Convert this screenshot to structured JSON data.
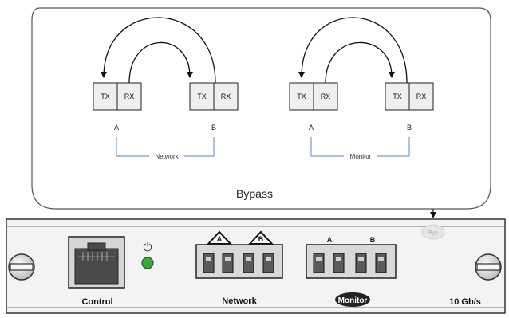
{
  "diagram": {
    "bypass_title": "Bypass",
    "groups": [
      {
        "tx_a": "TX",
        "rx_a": "RX",
        "tx_b": "TX",
        "rx_b": "RX",
        "label_a": "A",
        "label_b": "B",
        "group_label": "Network"
      },
      {
        "tx_a": "TX",
        "rx_a": "RX",
        "tx_b": "TX",
        "rx_b": "RX",
        "label_a": "A",
        "label_b": "B",
        "group_label": "Monitor"
      }
    ]
  },
  "panel": {
    "control_label": "Control",
    "network_label": "Network",
    "network_port_a": "A",
    "network_port_b": "B",
    "monitor_port_a": "A",
    "monitor_port_b": "B",
    "monitor_badge": "Monitor",
    "speed_label": "10 Gb/s",
    "bypass_led_label": "Byp",
    "power_symbol": "⏻"
  },
  "colors": {
    "bracket": "#7a9cc6",
    "led": "#3fa63f",
    "panel": "#f3f3f3"
  }
}
